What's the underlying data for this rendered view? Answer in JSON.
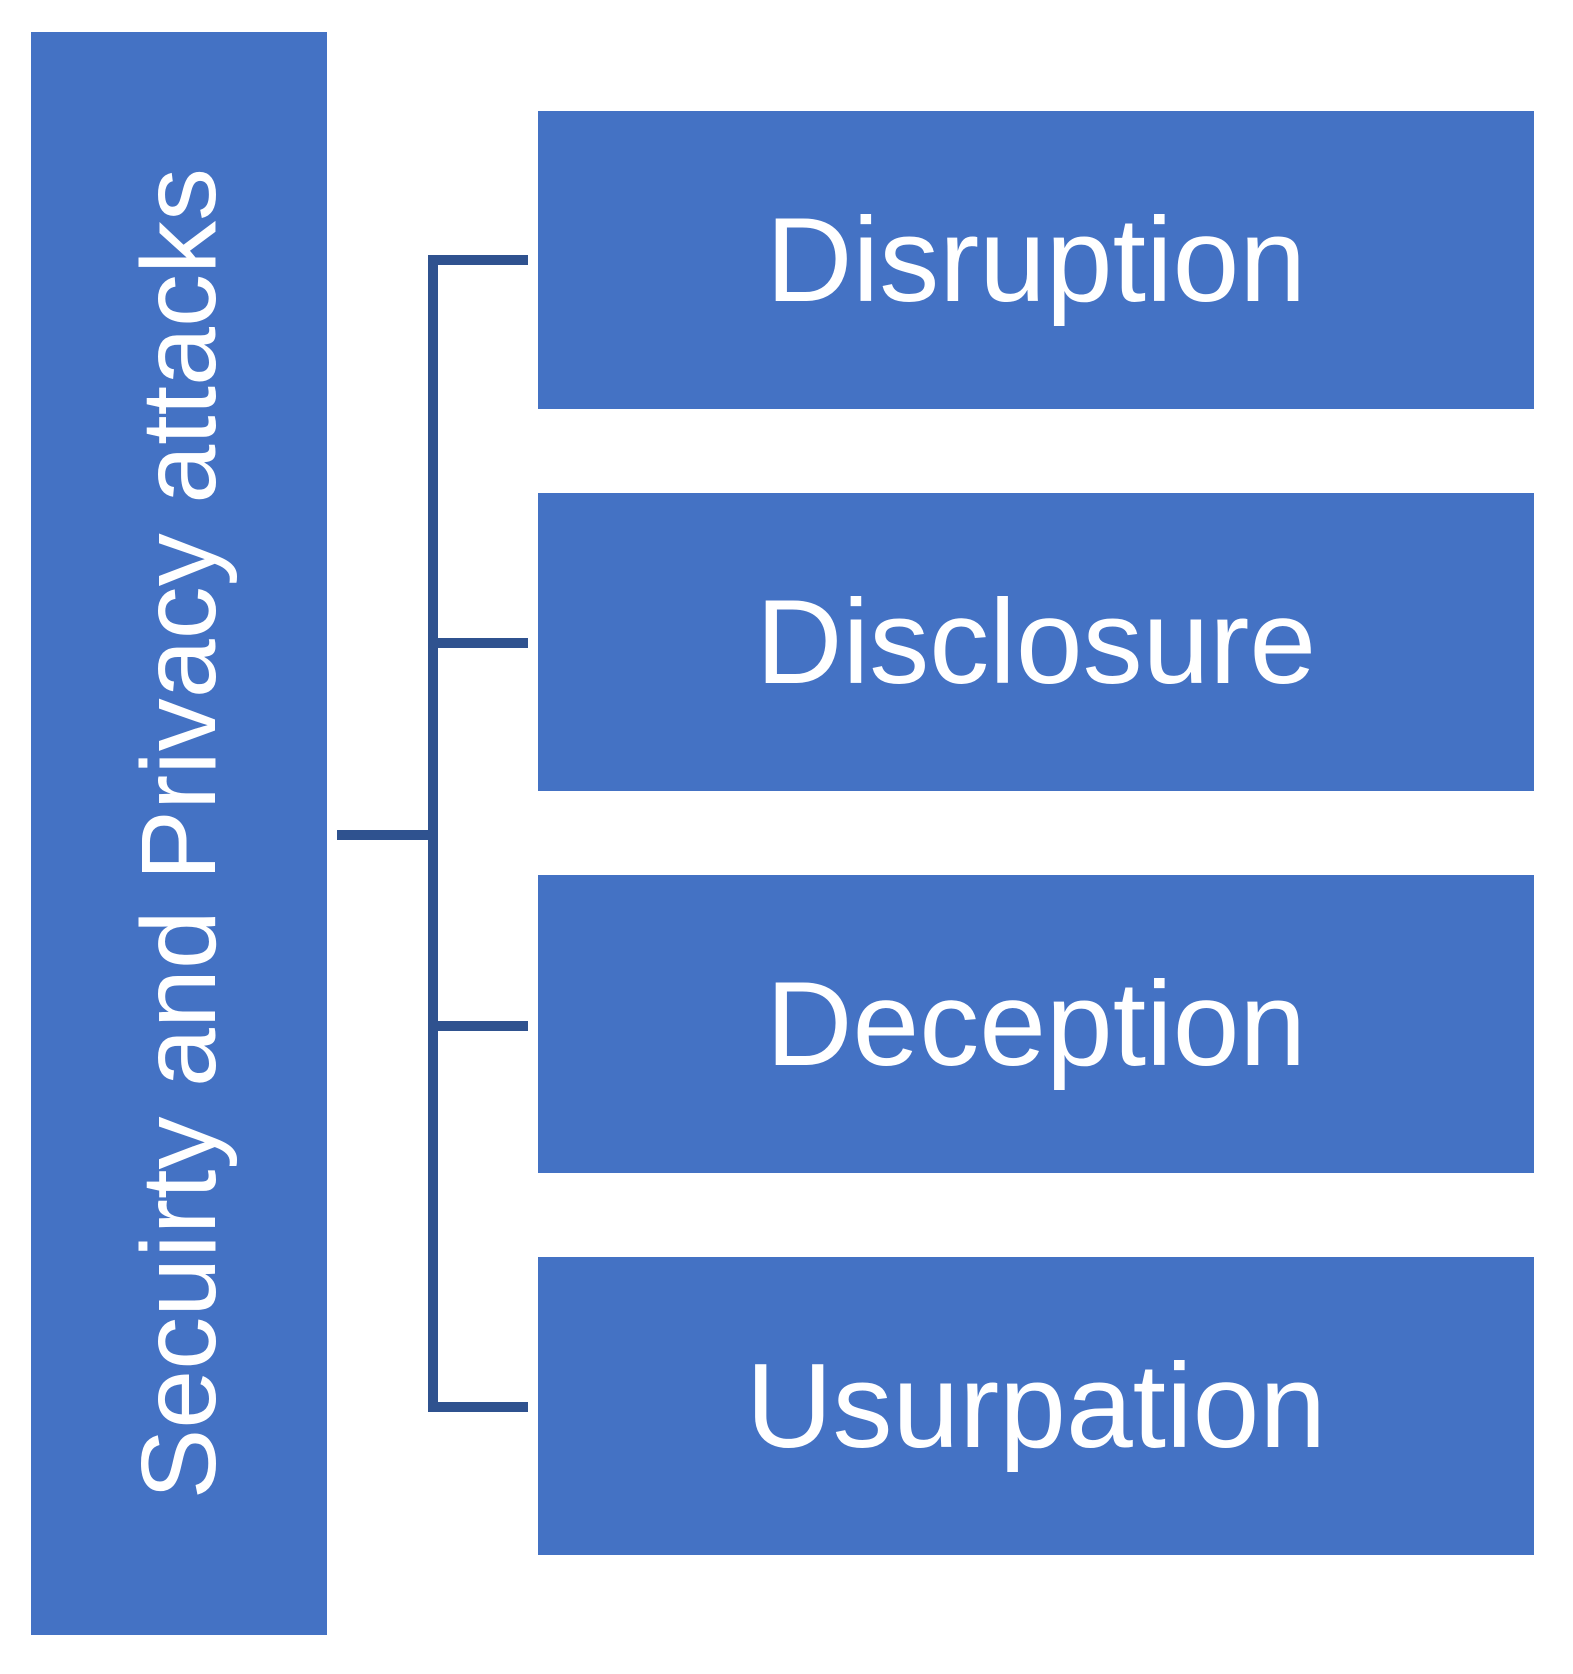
{
  "diagram": {
    "type": "horizontal-hierarchy",
    "root": {
      "label": "Secuirty and Privacy attacks"
    },
    "children": [
      {
        "label": "Disruption"
      },
      {
        "label": "Disclosure"
      },
      {
        "label": "Deception"
      },
      {
        "label": "Usurpation"
      }
    ],
    "colors": {
      "shape_fill": "#4472C4",
      "connector": "#2F528F",
      "label_text": "#FFFFFF",
      "background": "#FFFFFF"
    }
  }
}
